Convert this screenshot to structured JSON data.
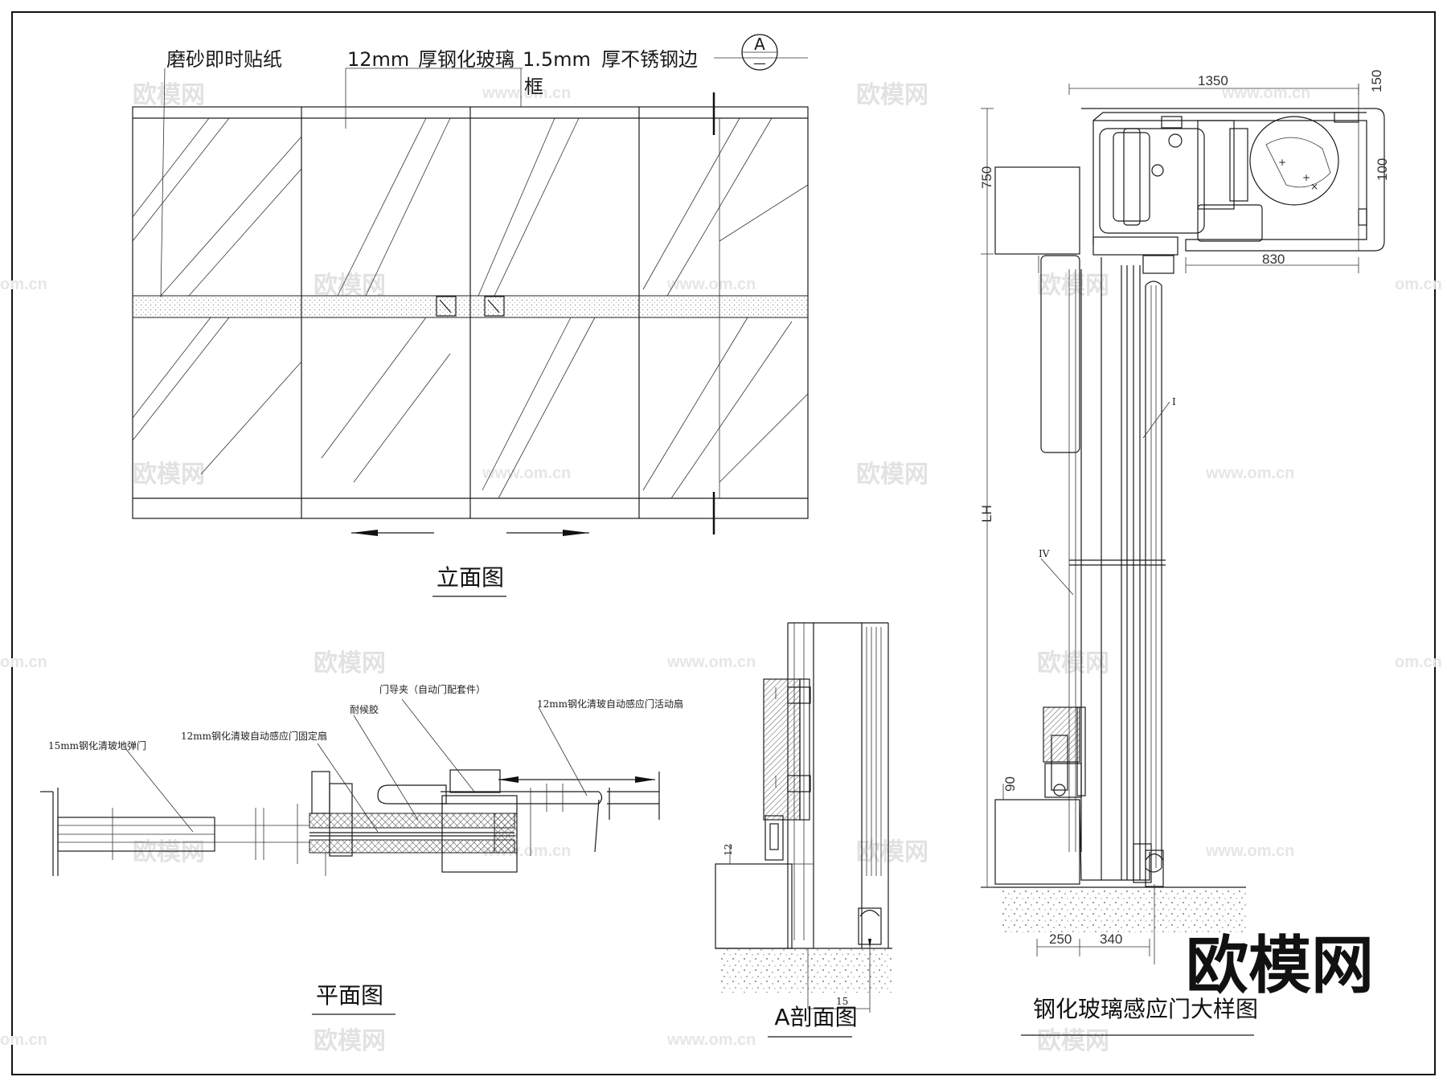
{
  "labels": {
    "frosted_film": "磨砂即时贴纸",
    "glass_12mm_num": "12mm",
    "glass_12mm_txt": "厚钢化玻璃",
    "steel_num": "1.5mm",
    "steel_txt": "厚不锈钢边",
    "steel_txt2": "框",
    "section_mark_letter": "A",
    "section_mark_line": "—",
    "door_guide": "门导夹（自动门配套件）",
    "sealant": "耐候胶",
    "floor_spring_door": "15mm钢化清玻地弹门",
    "fixed_leaf": "12mm钢化清玻自动感应门固定扇",
    "moving_leaf": "12mm钢化清玻自动感应门活动扇",
    "mark_I": "I",
    "mark_IV": "IV"
  },
  "dims": {
    "d1350": "1350",
    "d150": "150",
    "d100": "100",
    "d830": "830",
    "d750": "750",
    "dLH": "LH",
    "d90": "90",
    "d250": "250",
    "d340": "340",
    "d12": "12",
    "d15": "15"
  },
  "titles": {
    "elevation": "立面图",
    "plan": "平面图",
    "section_a": "A剖面图",
    "detail": "钢化玻璃感应门大样图"
  },
  "watermark": {
    "cn": "欧模网",
    "url": "www.om.cn",
    "url_short": "om.cn",
    "logo": "欧模网"
  }
}
